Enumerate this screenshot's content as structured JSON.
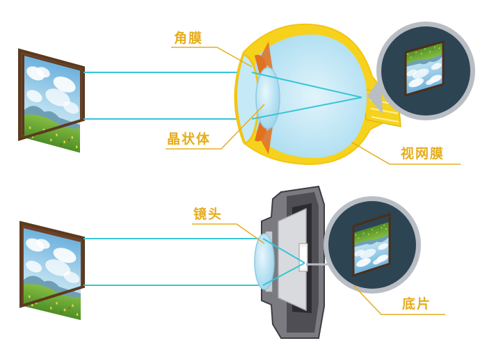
{
  "labels": {
    "cornea": "角膜",
    "lens": "晶状体",
    "retina": "视网膜",
    "camera_lens": "镜头",
    "film": "底片"
  },
  "colors": {
    "label": "#e5ad1c",
    "light_ray": "#35c5d6",
    "eye_fluid": "#bde6f4",
    "sclera": "#f6d21c",
    "iris": "#e2701e",
    "camera_body": "#4e4e54",
    "zoom_circle": "#2d4453",
    "zoom_ring": "#b9bec4"
  },
  "icons": [
    "landscape-painting-icon",
    "eye-cross-section-icon",
    "camera-cross-section-icon",
    "magnifier-circle-icon"
  ]
}
